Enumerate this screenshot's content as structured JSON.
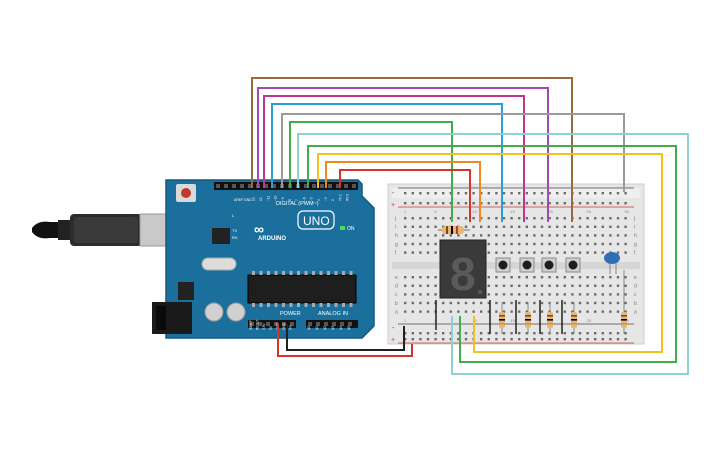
{
  "arduino": {
    "model": "UNO",
    "brand": "ARDUINO",
    "digital_label": "DIGITAL (PWM~)",
    "power_label": "POWER",
    "analog_label": "ANALOG IN",
    "on_label": "ON",
    "aref_label": "AREF",
    "gnd_label": "GND",
    "tx_label": "TX",
    "rx_label": "RX",
    "l_label": "L",
    "pin_labels_digital": [
      "13",
      "12",
      "~11",
      "~10",
      "~9",
      "8",
      "7",
      "~6",
      "~5",
      "4",
      "~3",
      "2",
      "TX 1",
      "RX 0"
    ],
    "pin_labels_power": [
      "IOREF",
      "RESET",
      "3.3V",
      "5V",
      "GND",
      "GND",
      "Vin"
    ],
    "pin_labels_analog": [
      "A0",
      "A1",
      "A2",
      "A3",
      "A4",
      "A5"
    ]
  },
  "breadboard": {
    "row_letters_top": [
      "j",
      "i",
      "h",
      "g",
      "f"
    ],
    "row_letters_bottom": [
      "e",
      "d",
      "c",
      "b",
      "a"
    ],
    "rail_plus": "+",
    "rail_minus": "-",
    "column_numbers": [
      "1",
      "5",
      "10",
      "15",
      "20",
      "25",
      "30"
    ]
  },
  "display": {
    "digit": "8"
  },
  "colors": {
    "board_blue": "#1b6f9c",
    "wire_brown": "#9a6a3c",
    "wire_purple": "#a24ab4",
    "wire_magenta": "#c0358f",
    "wire_blue": "#2a9fd6",
    "wire_gray": "#9a9a9a",
    "wire_teal": "#8fd0d6",
    "wire_green": "#3fae49",
    "wire_yellow": "#f2c21c",
    "wire_orange": "#f08a1c",
    "wire_red": "#d8332b",
    "wire_black": "#222222"
  },
  "icons": {
    "usb": "usb-cable-icon",
    "power_jack": "power-jack-icon",
    "seven_segment": "seven-segment-display-icon",
    "button": "pushbutton-icon",
    "led": "led-icon",
    "resistor": "resistor-icon"
  }
}
